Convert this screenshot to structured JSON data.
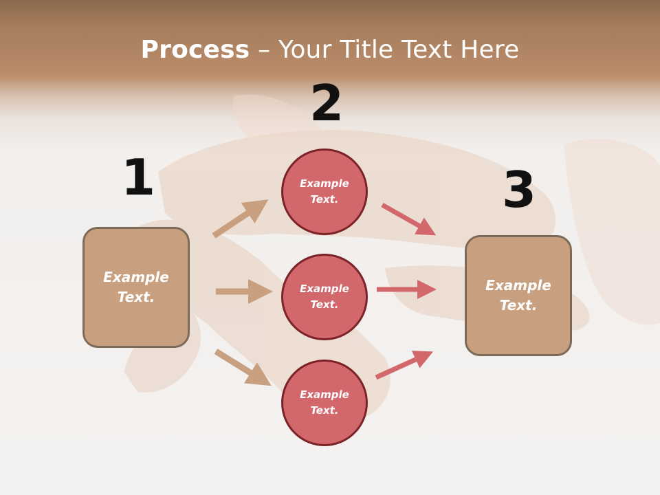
{
  "slide": {
    "title_bold": "Process",
    "title_rest": " – Your Title Text Here"
  },
  "steps": {
    "one": {
      "number": "1",
      "text": "Example\nText."
    },
    "two": {
      "number": "2"
    },
    "three": {
      "number": "3",
      "text": "Example\nText."
    }
  },
  "circles": [
    {
      "text": "Example\nText."
    },
    {
      "text": "Example\nText."
    },
    {
      "text": "Example\nText."
    }
  ],
  "colors": {
    "header_brown": "#a77d5c",
    "box_fill": "#c8a080",
    "box_border": "#7d6a58",
    "circle_fill": "#d2676c",
    "circle_border": "#7c2328",
    "tan_arrow": "#c8a080",
    "red_arrow": "#d2676c"
  }
}
